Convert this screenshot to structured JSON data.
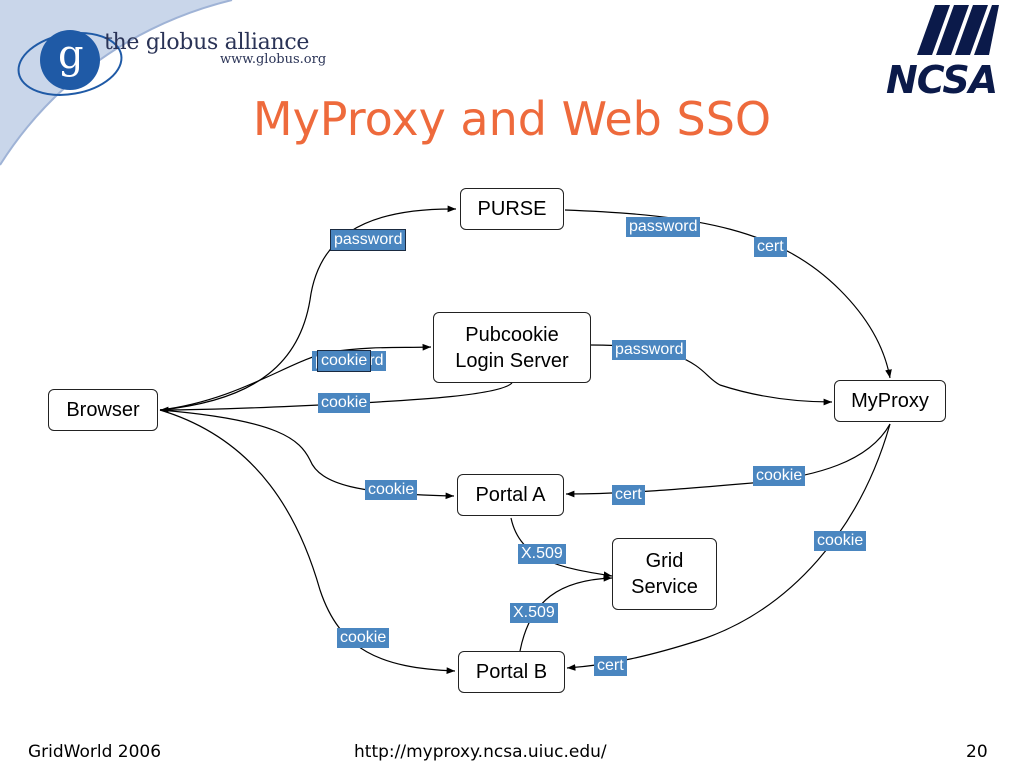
{
  "header": {
    "logo_text": "the globus alliance",
    "logo_url": "www.globus.org",
    "logo_letter": "g",
    "ncsa_text": "NCSA",
    "title": "MyProxy and Web SSO"
  },
  "nodes": {
    "purse": "PURSE",
    "pubcookie": "Pubcookie\nLogin Server",
    "browser": "Browser",
    "myproxy": "MyProxy",
    "portal_a": "Portal A",
    "grid_service": "Grid\nService",
    "portal_b": "Portal B"
  },
  "labels": {
    "browser_purse": "password",
    "purse_myproxy_password": "password",
    "purse_myproxy_cert": "cert",
    "browser_pubcookie_hidden": "password",
    "browser_pubcookie": "cookie",
    "pubcookie_myproxy": "password",
    "pubcookie_browser": "cookie",
    "browser_portal_a": "cookie",
    "myproxy_portal_a_cookie": "cookie",
    "myproxy_portal_a_cert": "cert",
    "portal_a_grid": "X.509",
    "portal_b_grid": "X.509",
    "myproxy_portal_b_cookie": "cookie",
    "myproxy_portal_b_cert": "cert",
    "browser_portal_b": "cookie"
  },
  "footer": {
    "left": "GridWorld 2006",
    "center": "http://myproxy.ncsa.uiuc.edu/",
    "page": "20"
  },
  "colors": {
    "title": "#ee6a3c",
    "label_bg": "#4a86c0",
    "globus_blue": "#1f5aa6",
    "header_swoosh": "#c9d6ea",
    "ncsa_navy": "#0b1a4a"
  }
}
